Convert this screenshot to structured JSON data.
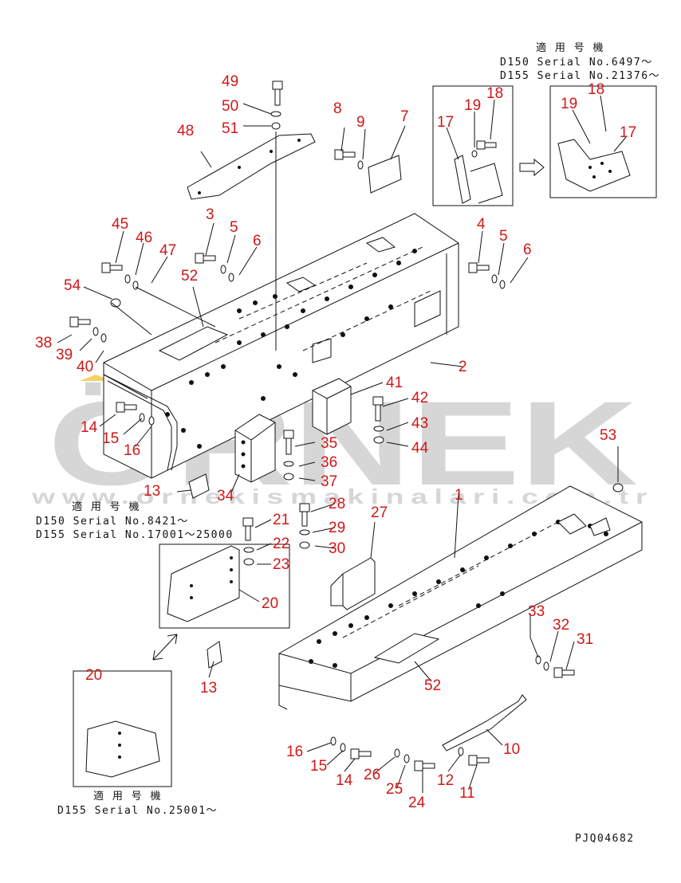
{
  "drawing_code": "PJQ04682",
  "watermark": {
    "brand": "ÖRNEK",
    "url": "www.ornekismakinalari.com.tr"
  },
  "notes": {
    "top_right": {
      "heading": "適 用 号 機",
      "line1": "D150 Serial No.6497〜",
      "line2": "D155 Serial No.21376〜"
    },
    "middle_left": {
      "heading": "適 用 号 機",
      "line1": "D150 Serial No.8421〜",
      "line2": "D155 Serial No.17001〜25000"
    },
    "bottom_left": {
      "heading": "適 用 号 機",
      "line1": "D155 Serial No.25001〜"
    }
  },
  "part_labels": [
    "49",
    "50",
    "51",
    "48",
    "8",
    "9",
    "7",
    "17",
    "19",
    "18",
    "19",
    "18",
    "17",
    "3",
    "5",
    "6",
    "45",
    "46",
    "47",
    "52",
    "4",
    "5",
    "6",
    "54",
    "38",
    "39",
    "40",
    "2",
    "41",
    "42",
    "43",
    "44",
    "14",
    "15",
    "16",
    "35",
    "36",
    "37",
    "34",
    "13",
    "53",
    "28",
    "29",
    "30",
    "27",
    "1",
    "21",
    "22",
    "23",
    "20",
    "33",
    "32",
    "31",
    "13",
    "52",
    "20",
    "10",
    "16",
    "15",
    "14",
    "26",
    "25",
    "24",
    "12",
    "11"
  ],
  "colors": {
    "label": "#d01818",
    "line": "#111111",
    "watermark": "#c9c9c9",
    "watermark_accent": "#f2c230"
  }
}
